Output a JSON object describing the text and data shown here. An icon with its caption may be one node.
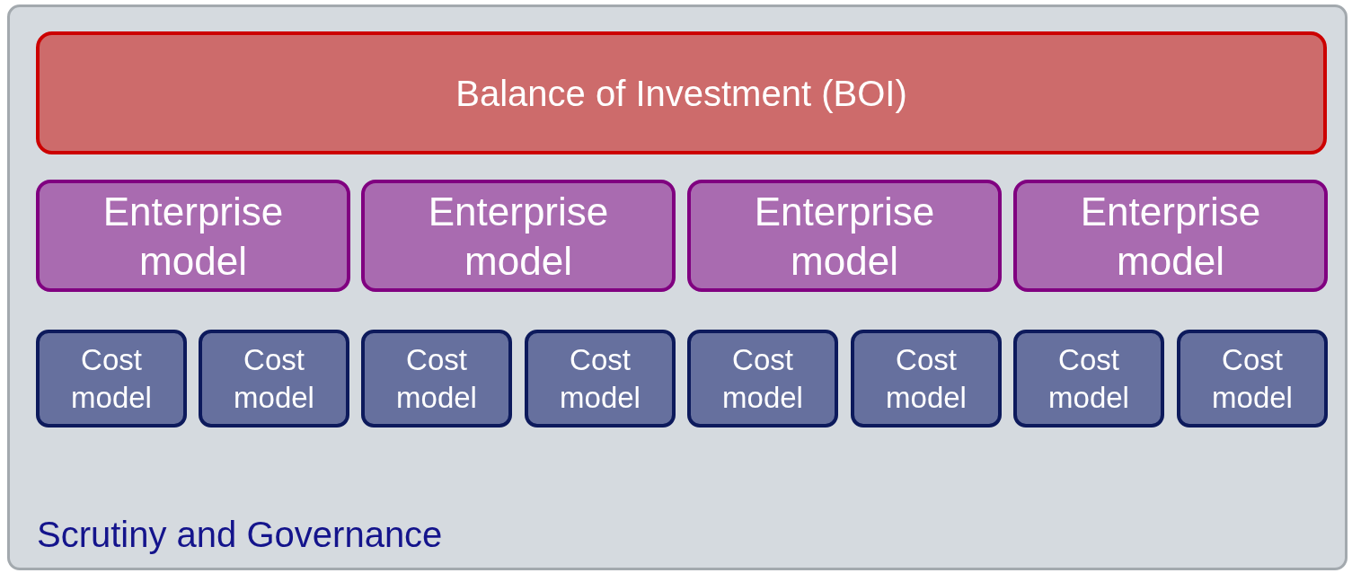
{
  "diagram": {
    "nodes": [
      {
        "text": [
          "Scrutiny and Governance"
        ]
      },
      {
        "text": [
          "Balance of Investment (BOI)"
        ],
        "in": 0
      },
      {
        "text": [
          "Enterprise model"
        ],
        "in": 0
      },
      {
        "text": [
          "Enterprise model"
        ],
        "in": 0
      },
      {
        "text": [
          "Enterprise model"
        ],
        "in": 0
      },
      {
        "text": [
          "Enterprise model"
        ],
        "in": 0
      },
      {
        "text": [
          "Cost model"
        ],
        "in": 0
      },
      {
        "text": [
          "Cost model"
        ],
        "in": 0
      },
      {
        "text": [
          "Cost model"
        ],
        "in": 0
      },
      {
        "text": [
          "Cost model"
        ],
        "in": 0
      },
      {
        "text": [
          "Cost model"
        ],
        "in": 0
      },
      {
        "text": [
          "Cost model"
        ],
        "in": 0
      },
      {
        "text": [
          "Cost model"
        ],
        "in": 0
      },
      {
        "text": [
          "Cost model"
        ],
        "in": 0
      }
    ]
  }
}
